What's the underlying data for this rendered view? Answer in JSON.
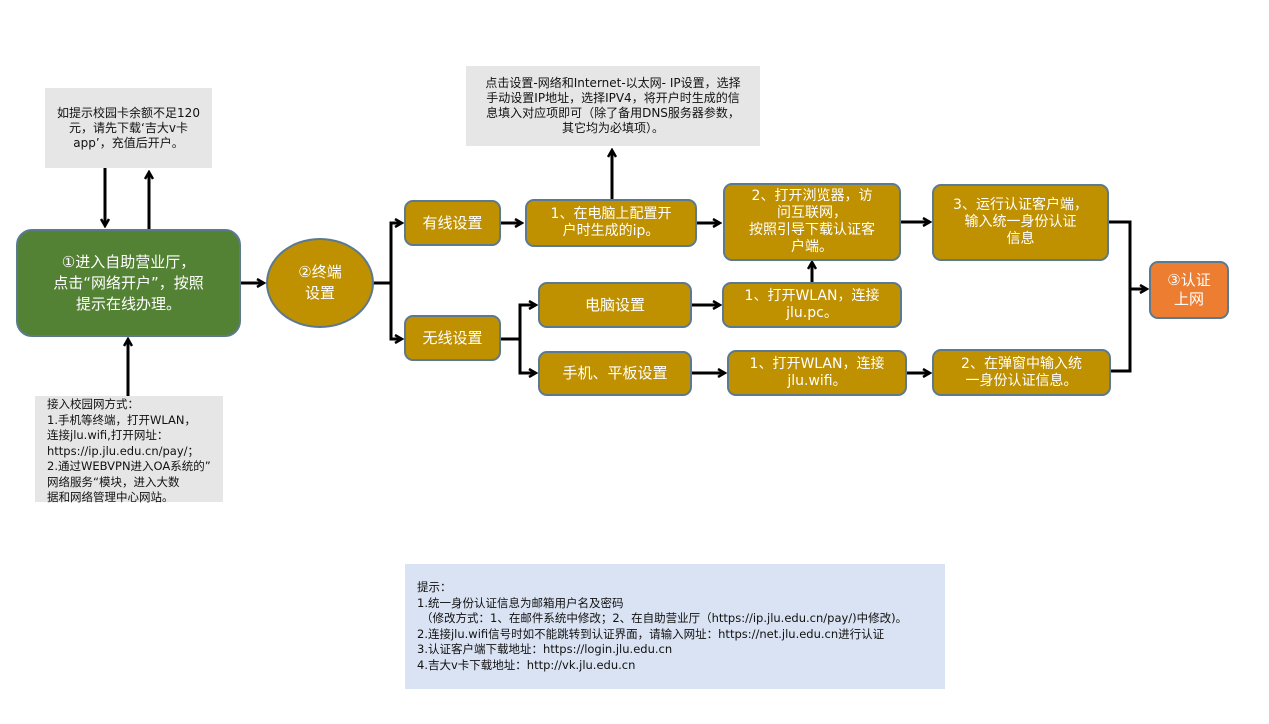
{
  "notes": {
    "balance": "如提示校园卡余额不足120元，请先下载‘吉大v卡app’，充值后开户。",
    "ip_config": "点击设置-网络和Internet-以太网- IP设置，选择手动设置IP地址，选择IPV4，将开户时生成的信息填入对应项即可（除了备用DNS服务器参数，其它均为必填项）。",
    "access": {
      "title": "接入校园网方式：",
      "lines": [
        "1.手机等终端，打开WLAN，",
        "连接jlu.wifi,打开网址：",
        "https://ip.jlu.edu.cn/pay/；",
        "2.通过WEBVPN进入OA系统的”",
        "网络服务“模块，进入大数",
        "据和网络管理中心网站。"
      ]
    }
  },
  "nodes": {
    "step1": "①进入自助营业厅，\n点击“网络开户”，按照\n提示在线办理。",
    "step2": "②终端\n设置",
    "wired": "有线设置",
    "wired_1": "1、在电脑上配置开\n户时生成的ip。",
    "wired_2": "2、打开浏览器，访\n问互联网，\n按照引导下载认证客\n户端。",
    "wired_3": "3、运行认证客户端，\n输入统一身份认证\n信息",
    "wireless": "无线设置",
    "pc": "电脑设置",
    "pc_1": "1、打开WLAN，连接\njlu.pc。",
    "mobile": "手机、平板设置",
    "mobile_1": "1、打开WLAN，连接\njlu.wifi。",
    "mobile_2": "2、在弹窗中输入统\n一身份认证信息。",
    "step3": "③认证\n上网"
  },
  "tips": {
    "title": "提示：",
    "lines": [
      "1.统一身份认证信息为邮箱用户名及密码",
      "（修改方式：1、在邮件系统中修改；2、在自助营业厅（https://ip.jlu.edu.cn/pay/)中修改)。",
      "2.连接jlu.wifi信号时如不能跳转到认证界面，请输入网址：https://net.jlu.edu.cn进行认证",
      "3.认证客户端下载地址：https://login.jlu.edu.cn",
      "4.吉大v卡下载地址：http://vk.jlu.edu.cn"
    ]
  },
  "colors": {
    "green": "#548235",
    "gold": "#bf9000",
    "orange": "#ed7d31",
    "note_gray": "#e6e6e6",
    "tips_blue": "#dae3f3"
  }
}
